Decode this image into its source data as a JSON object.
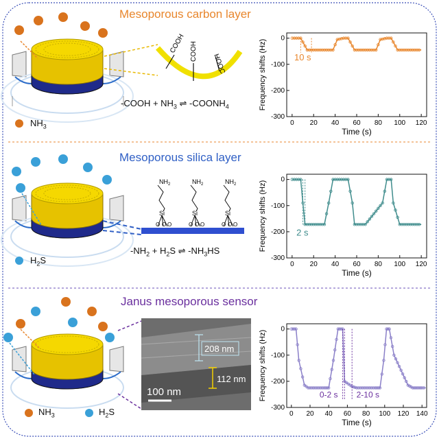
{
  "panels": [
    {
      "title": "Mesoporous carbon layer",
      "title_color": "#e8862c",
      "equation": {
        "p1": "-COOH + NH",
        "s1": "3",
        "p2": " ⇌ -COONH",
        "s2": "4"
      },
      "group_labels": [
        "COOH",
        "COOH",
        "HOOC"
      ],
      "legend": [
        {
          "text": "NH",
          "sub": "3",
          "ball": "orange"
        }
      ]
    },
    {
      "title": "Mesoporous silica layer",
      "title_color": "#2f5fc5",
      "equation": {
        "p1": "-NH",
        "s1": "2",
        "p2": " + H",
        "s2": "2",
        "p3": "S ⇌ -NH",
        "s3": "3",
        "p4": "HS"
      },
      "group_labels": [
        "NH",
        "NH",
        "NH",
        "Si",
        "Si",
        "Si",
        "O"
      ],
      "group_subs": [
        "2",
        "2",
        "2"
      ],
      "legend": [
        {
          "text": "H",
          "sub": "2",
          "text2": "S",
          "ball": "blue"
        }
      ]
    },
    {
      "title": "Janus mesoporous sensor",
      "title_color": "#6a2f9e",
      "tem": {
        "thickness_top": "208 nm",
        "thickness_bottom": "112 nm",
        "scale": "100 nm"
      },
      "legend": [
        {
          "text": "NH",
          "sub": "3",
          "ball": "orange"
        },
        {
          "text": "H",
          "sub": "2",
          "text2": "S",
          "ball": "blue"
        }
      ]
    }
  ],
  "chart_data": [
    {
      "type": "line",
      "xlabel": "Time (s)",
      "ylabel": "Frequency shifts (Hz)",
      "xlim": [
        -5,
        125
      ],
      "ylim": [
        -300,
        20
      ],
      "xticks": [
        0,
        20,
        40,
        60,
        80,
        100,
        120
      ],
      "yticks": [
        0,
        -100,
        -200,
        -300
      ],
      "series": [
        {
          "color": "#e8862c",
          "x": [
            0,
            8,
            14,
            18,
            38,
            42,
            48,
            52,
            58,
            62,
            74,
            78,
            82,
            88,
            92,
            98,
            102,
            112,
            116,
            120
          ],
          "values": [
            0,
            0,
            -45,
            -45,
            -45,
            -5,
            0,
            0,
            -45,
            -45,
            -45,
            -45,
            -5,
            0,
            0,
            -45,
            -45,
            -45,
            -45,
            -45
          ]
        }
      ],
      "annotation": {
        "text": "10 s",
        "color": "#e8862c"
      }
    },
    {
      "type": "line",
      "xlabel": "Time (s)",
      "ylabel": "Frequency shifts (Hz)",
      "xlim": [
        -5,
        125
      ],
      "ylim": [
        -300,
        20
      ],
      "xticks": [
        0,
        20,
        40,
        60,
        80,
        100,
        120
      ],
      "yticks": [
        0,
        -100,
        -200,
        -300
      ],
      "series": [
        {
          "color": "#3f8c8c",
          "x": [
            0,
            8,
            10,
            12,
            28,
            30,
            34,
            38,
            48,
            52,
            56,
            58,
            64,
            68,
            84,
            88,
            92,
            94,
            100,
            104,
            112,
            116,
            120
          ],
          "values": [
            0,
            0,
            -90,
            -172,
            -172,
            -172,
            -90,
            0,
            0,
            0,
            -90,
            -172,
            -172,
            -172,
            -90,
            0,
            0,
            -90,
            -172,
            -172,
            -172,
            -172,
            -172
          ]
        }
      ],
      "annotation": {
        "text": "2 s",
        "color": "#3f8c8c"
      }
    },
    {
      "type": "line",
      "xlabel": "Time (s)",
      "ylabel": "Frequency shifts (Hz)",
      "xlim": [
        -5,
        145
      ],
      "ylim": [
        -300,
        20
      ],
      "xticks": [
        0,
        20,
        40,
        60,
        80,
        100,
        120,
        140
      ],
      "yticks": [
        0,
        -100,
        -200,
        -300
      ],
      "series": [
        {
          "color": "#8a7fc8",
          "x": [
            0,
            5,
            8,
            14,
            18,
            35,
            40,
            45,
            50,
            55,
            57,
            65,
            70,
            78,
            90,
            95,
            99,
            102,
            105,
            110,
            125,
            130,
            135,
            140,
            144
          ],
          "values": [
            0,
            0,
            -120,
            -215,
            -225,
            -225,
            -225,
            -120,
            0,
            0,
            -200,
            -220,
            -225,
            -225,
            -225,
            -225,
            -120,
            0,
            0,
            -100,
            -215,
            -225,
            -225,
            -225,
            -225
          ]
        }
      ],
      "annotations": [
        {
          "text": "0-2 s"
        },
        {
          "text": "2-10 s"
        }
      ]
    }
  ]
}
